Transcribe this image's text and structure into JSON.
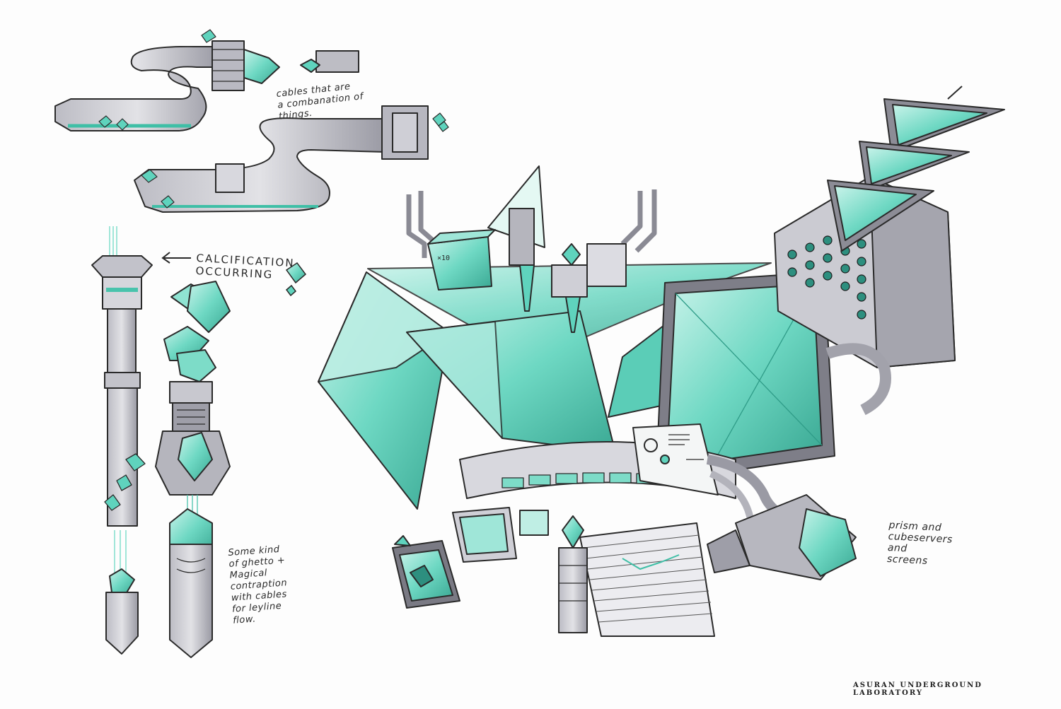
{
  "notes": {
    "cables": "cables that are\na combanation of things.",
    "calcification": "CALCIFICATION\nOCCURRING",
    "contraption": "Some kind\nof ghetto +\nMagical\ncontraption\nwith cables\nfor leyline\nflow.",
    "prism": "prism and\ncubeservers\nand\nscreens"
  },
  "caption": "ASURAN UNDERGROUND LABORATORY",
  "colors": {
    "teal": "#5fd3bd",
    "teal_light": "#a9ece0",
    "teal_dark": "#2d8f7f",
    "gray": "#a8a8b0",
    "gray_light": "#d6d6dc",
    "ink": "#2a2a2a",
    "paper": "#fdfdfd"
  }
}
